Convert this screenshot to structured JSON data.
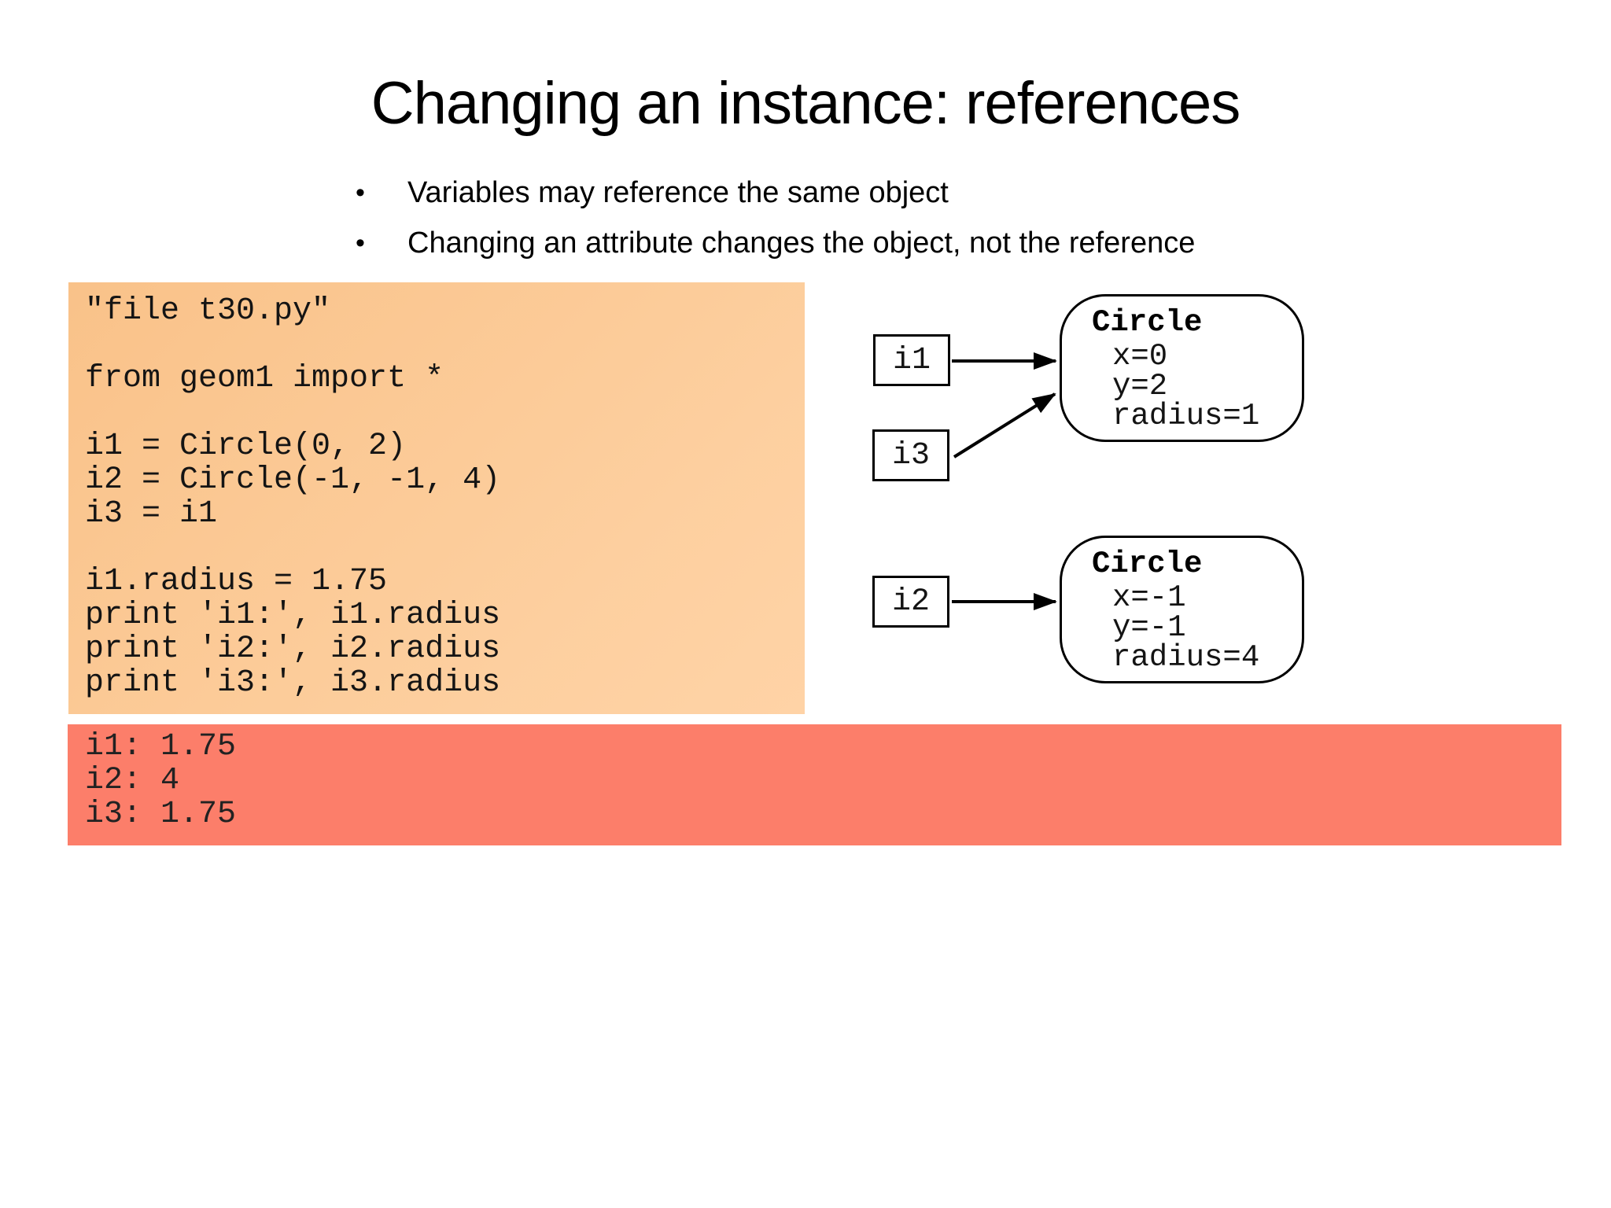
{
  "title": "Changing an instance: references",
  "bullet_char": "•",
  "bullets": [
    "Variables may reference the same object",
    "Changing an attribute changes the object, not the reference"
  ],
  "code_block": {
    "text": "\"file t30.py\"\n\nfrom geom1 import *\n\ni1 = Circle(0, 2)\ni2 = Circle(-1, -1, 4)\ni3 = i1\n\ni1.radius = 1.75\nprint 'i1:', i1.radius\nprint 'i2:', i2.radius\nprint 'i3:', i3.radius"
  },
  "output_block": {
    "text": "i1: 1.75\ni2: 4\ni3: 1.75"
  },
  "diagram": {
    "variables": [
      {
        "label": "i1"
      },
      {
        "label": "i3"
      },
      {
        "label": "i2"
      }
    ],
    "objects": [
      {
        "class_name": "Circle",
        "attributes": [
          "x=0",
          "y=2",
          "radius=1"
        ]
      },
      {
        "class_name": "Circle",
        "attributes": [
          "x=-1",
          "y=-1",
          "radius=4"
        ]
      }
    ]
  },
  "colors": {
    "code_bg_start": "#f9c289",
    "code_bg_end": "#ffd3a6",
    "output_bg": "#fc7e6a",
    "stroke": "#000000",
    "background": "#ffffff"
  }
}
